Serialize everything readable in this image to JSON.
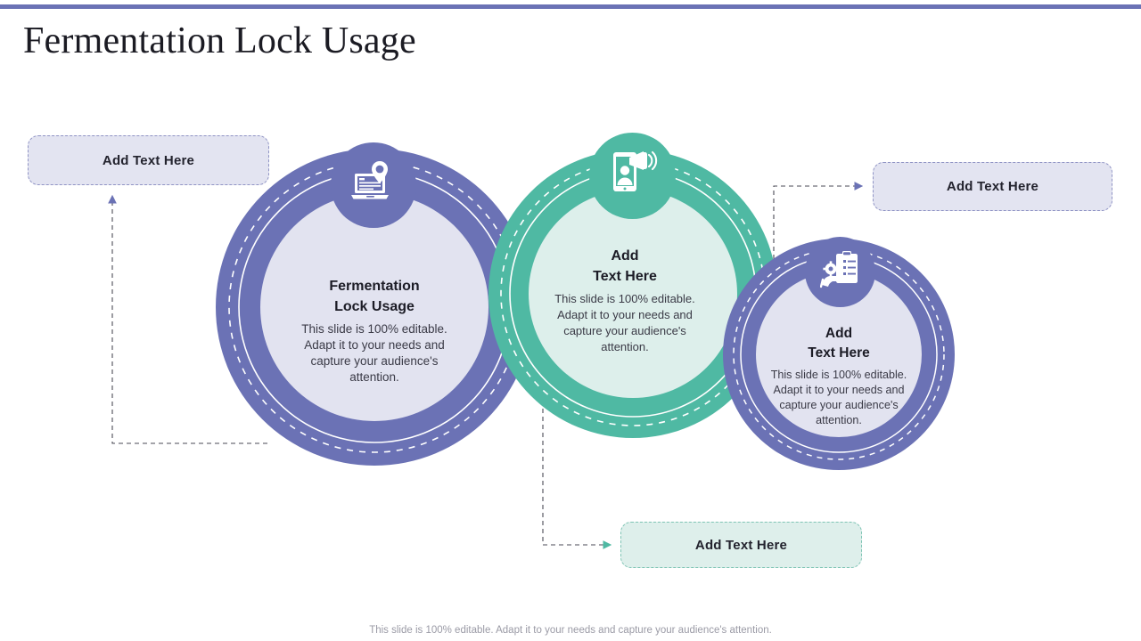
{
  "slide": {
    "title": "Fermentation Lock Usage",
    "accent_bar_color": "#6b72b5",
    "background": "#ffffff"
  },
  "palette": {
    "purple_ring": "#6b72b5",
    "purple_fill": "#e2e3f0",
    "purple_box_fill": "#e3e4f1",
    "purple_box_border": "#8f93c4",
    "teal_ring": "#4fb9a3",
    "teal_fill": "#ddefeb",
    "teal_box_fill": "#deefeb",
    "teal_box_border": "#7ec4b4",
    "heading_text": "#1c1c26",
    "body_text": "#3a3a46",
    "footer_text": "#9a9aa5"
  },
  "circles": [
    {
      "id": "left",
      "heading": "Fermentation\nLock Usage",
      "heading_line1": "Fermentation",
      "heading_line2": "Lock Usage",
      "body": "This slide is 100% editable. Adapt it to your needs and capture your audience's attention.",
      "ring_color": "#6b72b5",
      "fill_color": "#e2e3f0",
      "icon": "laptop-location-pin-icon",
      "badge_color": "#6b72b5"
    },
    {
      "id": "middle",
      "heading_line1": "Add",
      "heading_line2": "Text Here",
      "body": "This slide is 100% editable. Adapt it to your needs and capture your audience's attention.",
      "ring_color": "#4fb9a3",
      "fill_color": "#ddefeb",
      "icon": "mobile-megaphone-icon",
      "badge_color": "#4fb9a3"
    },
    {
      "id": "right",
      "heading_line1": "Add",
      "heading_line2": "Text Here",
      "body": "This slide is 100% editable. Adapt it to your needs and capture your audience's attention.",
      "ring_color": "#6b72b5",
      "fill_color": "#e2e3f0",
      "icon": "clipboard-hand-gear-icon",
      "badge_color": "#6b72b5"
    }
  ],
  "callouts": [
    {
      "id": "left",
      "label": "Add  Text Here",
      "style": "purple"
    },
    {
      "id": "right",
      "label": "Add  Text Here",
      "style": "purple"
    },
    {
      "id": "bottom",
      "label": "Add  Text Here",
      "style": "teal"
    }
  ],
  "footer": {
    "text": "This slide is 100% editable. Adapt it to your needs and capture your audience's attention."
  }
}
